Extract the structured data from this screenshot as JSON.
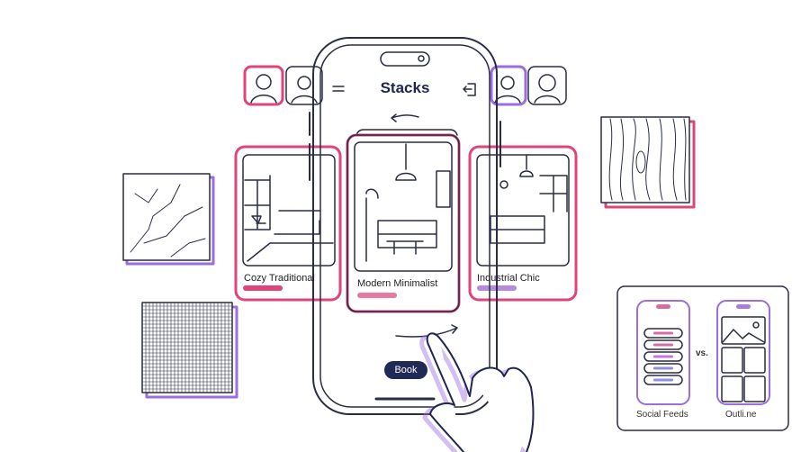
{
  "app": {
    "title": "Stacks"
  },
  "cards": [
    {
      "label": "Cozy Traditional",
      "accent": "#e0457a"
    },
    {
      "label": "Modern Minimalist",
      "accent": "#e77aa3"
    },
    {
      "label": "Industrial Chic",
      "accent": "#b48be0"
    }
  ],
  "actions": {
    "book_label": "Book"
  },
  "comparison": {
    "left_label": "Social Feeds",
    "vs_label": "vs.",
    "right_label": "Outli.ne"
  },
  "icons": [
    "menu-icon",
    "logout-icon",
    "swipe-left-arrow-icon",
    "swipe-right-arrow-icon",
    "hand-pointer-icon"
  ],
  "colors": {
    "pink": "#e0457a",
    "purple": "#9b6ee0",
    "navy": "#1f2a55",
    "stroke": "#2a2d45"
  }
}
